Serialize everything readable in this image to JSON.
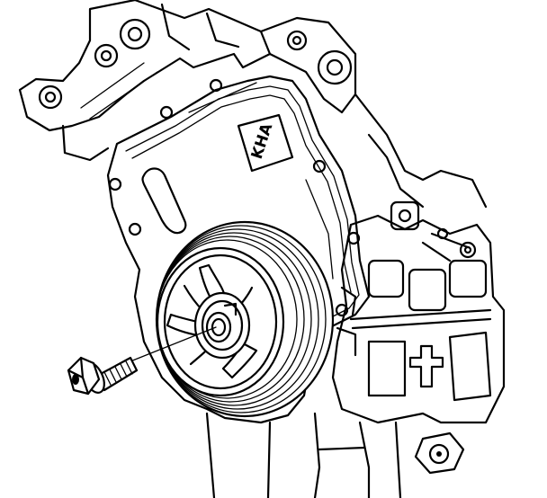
{
  "diagram": {
    "cover_label": "KHA",
    "colors": {
      "line": "#000000",
      "background": "#ffffff"
    },
    "parts": [
      "engine-block",
      "front-cover",
      "crankshaft-balancer",
      "balancer-bolt",
      "cover-gasket"
    ]
  }
}
